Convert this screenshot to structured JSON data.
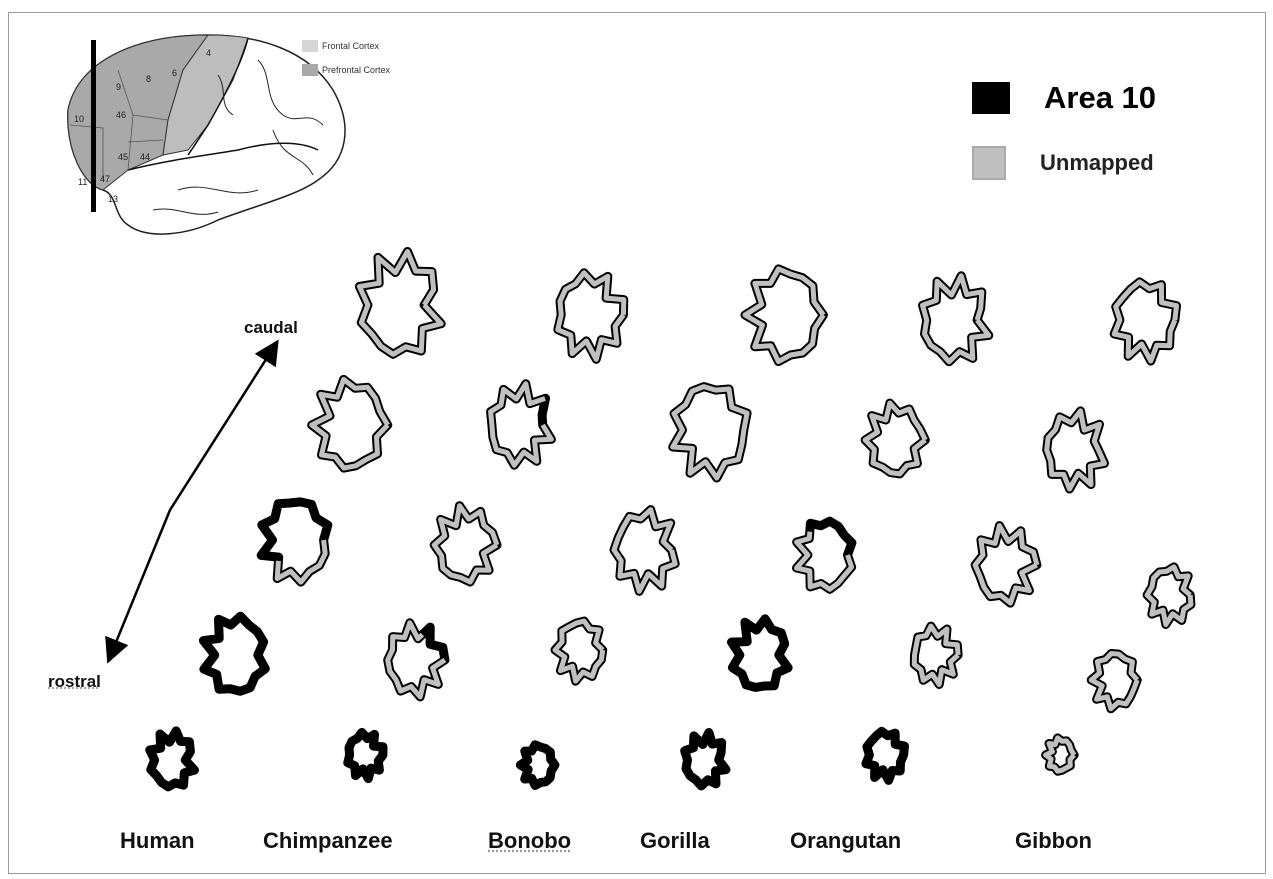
{
  "brain_inset": {
    "legend": [
      {
        "label": "Frontal Cortex",
        "color": "#d6d6d6"
      },
      {
        "label": "Prefrontal Cortex",
        "color": "#a9a9a9"
      }
    ],
    "area_numbers": [
      "4",
      "6",
      "8",
      "9",
      "10",
      "46",
      "45",
      "44",
      "11",
      "47",
      "13"
    ]
  },
  "legend": {
    "area10_label": "Area 10",
    "area10_color": "#000000",
    "unmapped_label": "Unmapped",
    "unmapped_color": "#c0c0c0"
  },
  "axis": {
    "caudal": "caudal",
    "rostral": "rostral"
  },
  "species": [
    "Human",
    "Chimpanzee",
    "Bonobo",
    "Gorilla",
    "Orangutan",
    "Gibbon"
  ]
}
